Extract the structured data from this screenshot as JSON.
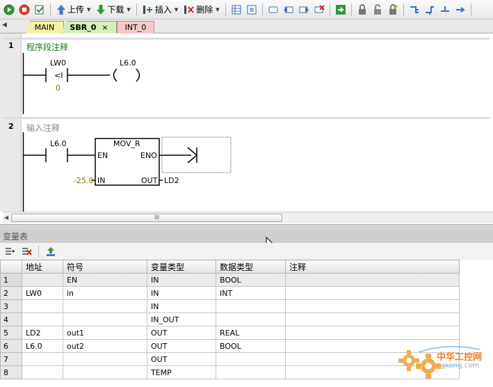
{
  "toolbar": {
    "upload_label": "上传",
    "download_label": "下载",
    "insert_label": "插入",
    "delete_label": "删除"
  },
  "tabs": [
    {
      "label": "MAIN"
    },
    {
      "label": "SBR_0",
      "close": "×"
    },
    {
      "label": "INT_0"
    }
  ],
  "networks": [
    {
      "number": "1",
      "comment": "程序段注释",
      "contact": {
        "address": "LW0",
        "operator": "<I",
        "compare_value": "0"
      },
      "coil": {
        "address": "L6.0"
      }
    },
    {
      "number": "2",
      "comment": "输入注释",
      "contact": {
        "address": "L6.0"
      },
      "box": {
        "title": "MOV_R",
        "pin_en": "EN",
        "pin_eno": "ENO",
        "pin_in": "IN",
        "pin_out": "OUT",
        "in_value": "-25.0",
        "out_value": "LD2"
      }
    }
  ],
  "scrollbar": {
    "grip": "III"
  },
  "var_table": {
    "title": "变量表",
    "columns": [
      "",
      "地址",
      "符号",
      "变量类型",
      "数据类型",
      "注释"
    ],
    "rows": [
      [
        "1",
        "",
        "EN",
        "IN",
        "BOOL",
        ""
      ],
      [
        "2",
        "LW0",
        "in",
        "IN",
        "INT",
        ""
      ],
      [
        "3",
        "",
        "",
        "IN",
        "",
        ""
      ],
      [
        "4",
        "",
        "",
        "IN_OUT",
        "",
        ""
      ],
      [
        "5",
        "LD2",
        "out1",
        "OUT",
        "REAL",
        ""
      ],
      [
        "6",
        "L6.0",
        "out2",
        "OUT",
        "BOOL",
        ""
      ],
      [
        "7",
        "",
        "",
        "OUT",
        "",
        ""
      ],
      [
        "8",
        "",
        "",
        "TEMP",
        "",
        ""
      ]
    ]
  },
  "watermark": {
    "text": "中华工控网",
    "url": "gkong.com"
  },
  "colors": {
    "comment_green": "#1a7a1a",
    "comment_gray": "#8a8a8a",
    "value_olive": "#8a7a00",
    "accent_blue": "#2c6fd6"
  }
}
